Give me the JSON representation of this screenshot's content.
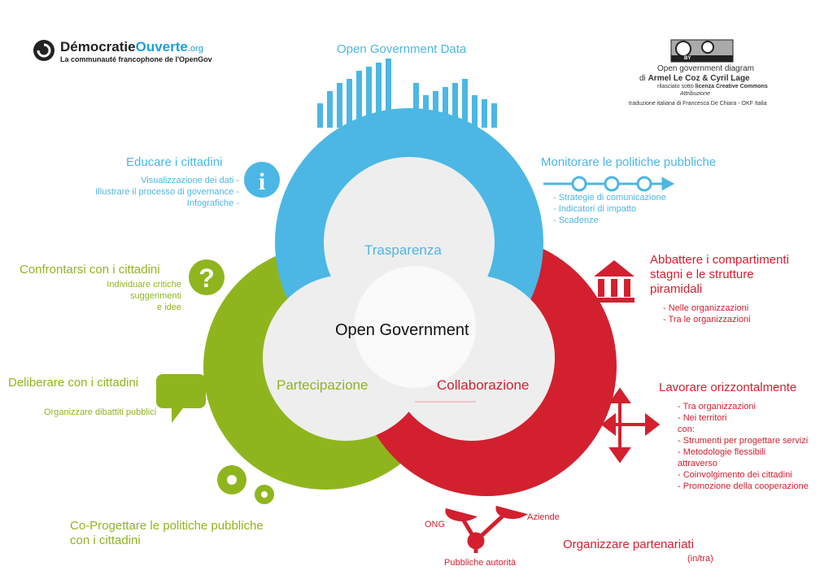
{
  "logo": {
    "name_a": "Démocratie",
    "name_b": "Ouverte",
    "name_c": ".org",
    "tagline": "La communauté francophone de l'OpenGov"
  },
  "credits": {
    "cc": "cc",
    "by": "BY",
    "line1": "Open government diagram",
    "line2_di": "di",
    "authors": "Armel Le Coz  &  Cyril Lage",
    "line3_pre": "rilasciato sotto",
    "license": "licenza Creative Commons",
    "attribution": "Attribuzione",
    "translation": "traduzione italiana di Francesca De Chiara - OKF Italia"
  },
  "colors": {
    "blue": "#4cb7e4",
    "green": "#8fb51e",
    "red": "#d2202f"
  },
  "center": {
    "title": "Open Government",
    "transparency": "Trasparenza",
    "participation": "Partecipazione",
    "collaboration": "Collaborazione"
  },
  "open_data": {
    "title": "Open Government Data",
    "bars": [
      30,
      45,
      55,
      60,
      70,
      75,
      80,
      85,
      55,
      40,
      45,
      50,
      55,
      60,
      40,
      35,
      30
    ]
  },
  "educate": {
    "title": "Educare i cittadini",
    "items": [
      "Visualizzazione dei dati -",
      "Illustrare il processo di governance -",
      "Infografiche -"
    ]
  },
  "monitor": {
    "title": "Monitorare le politiche pubbliche",
    "items": [
      "- Strategie di comunicazione",
      "- Indicatori di impatto",
      "- Scadenze"
    ]
  },
  "confront": {
    "title": "Confrontarsi con  i cittadini",
    "items": [
      "Individuare critiche",
      "suggerimenti",
      "e idee"
    ]
  },
  "deliberate": {
    "title": "Deliberare con i cittadini",
    "items": [
      "Organizzare dibattiti pubblici"
    ]
  },
  "coproject": {
    "title_1": "Co-Progettare le politiche pubbliche",
    "title_2": "con i cittadini"
  },
  "silos": {
    "title_1": "Abbattere i compartimenti",
    "title_2": "stagni e le strutture",
    "title_3": "piramidali",
    "items": [
      "- Nelle organizzazioni",
      "- Tra le organizzazioni"
    ]
  },
  "horizontal": {
    "title": "Lavorare orizzontalmente",
    "items": [
      "- Tra organizzazioni",
      "- Nei territori",
      "con:",
      "- Strumenti per progettare servizi",
      "- Metodologie flessibili",
      "attraverso",
      "- Coinvolgimento dei cittadini",
      "- Promozione della cooperazione"
    ]
  },
  "partnership": {
    "title": "Organizzare partenariati",
    "sub": "(in/tra)",
    "ong": "ONG",
    "companies": "Aziende",
    "authorities": "Pubbliche autorità"
  }
}
